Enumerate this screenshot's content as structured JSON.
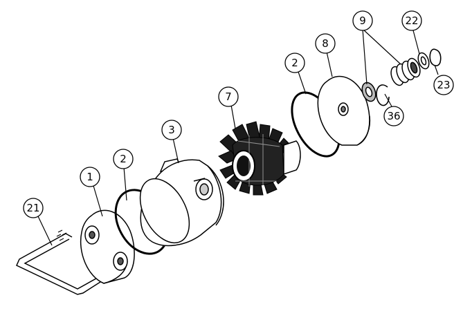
{
  "diagram": {
    "callouts": [
      {
        "id": "c21",
        "label": "21"
      },
      {
        "id": "c1",
        "label": "1"
      },
      {
        "id": "c2a",
        "label": "2"
      },
      {
        "id": "c3",
        "label": "3"
      },
      {
        "id": "c7",
        "label": "7"
      },
      {
        "id": "c2b",
        "label": "2"
      },
      {
        "id": "c8",
        "label": "8"
      },
      {
        "id": "c9",
        "label": "9"
      },
      {
        "id": "c22",
        "label": "22"
      },
      {
        "id": "c23",
        "label": "23"
      },
      {
        "id": "c36",
        "label": "36"
      }
    ]
  }
}
